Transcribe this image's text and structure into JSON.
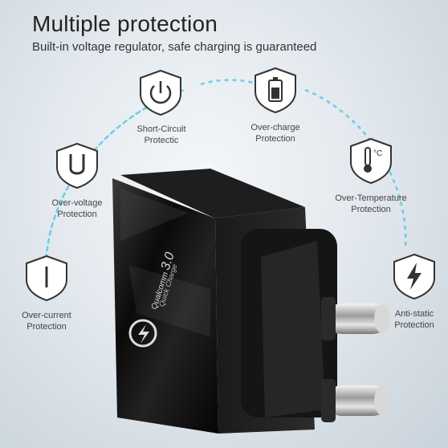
{
  "header": {
    "title": "Multiple protection",
    "subtitle": "Built-in voltage regulator, safe charging is guaranteed"
  },
  "features": [
    {
      "line1": "Short-Circuit",
      "line2": "Protectic",
      "icon": "power-icon"
    },
    {
      "line1": "Over-charge",
      "line2": "Protection",
      "icon": "battery-icon"
    },
    {
      "line1": "Over-voltage",
      "line2": "Protection",
      "icon": "letter-u-icon"
    },
    {
      "line1": "Over-Temperature",
      "line2": "Protection",
      "icon": "thermometer-icon"
    },
    {
      "line1": "Over-current",
      "line2": "Protection",
      "icon": "letter-i-icon"
    },
    {
      "line1": "Anti-static",
      "line2": "Protection",
      "icon": "lightning-icon"
    }
  ],
  "product": {
    "brand": "Qualcomm",
    "qc_version": "3.0",
    "qc_text": "Quick Charge"
  },
  "colors": {
    "arc": "#59c7e6",
    "charger": "#111111"
  }
}
